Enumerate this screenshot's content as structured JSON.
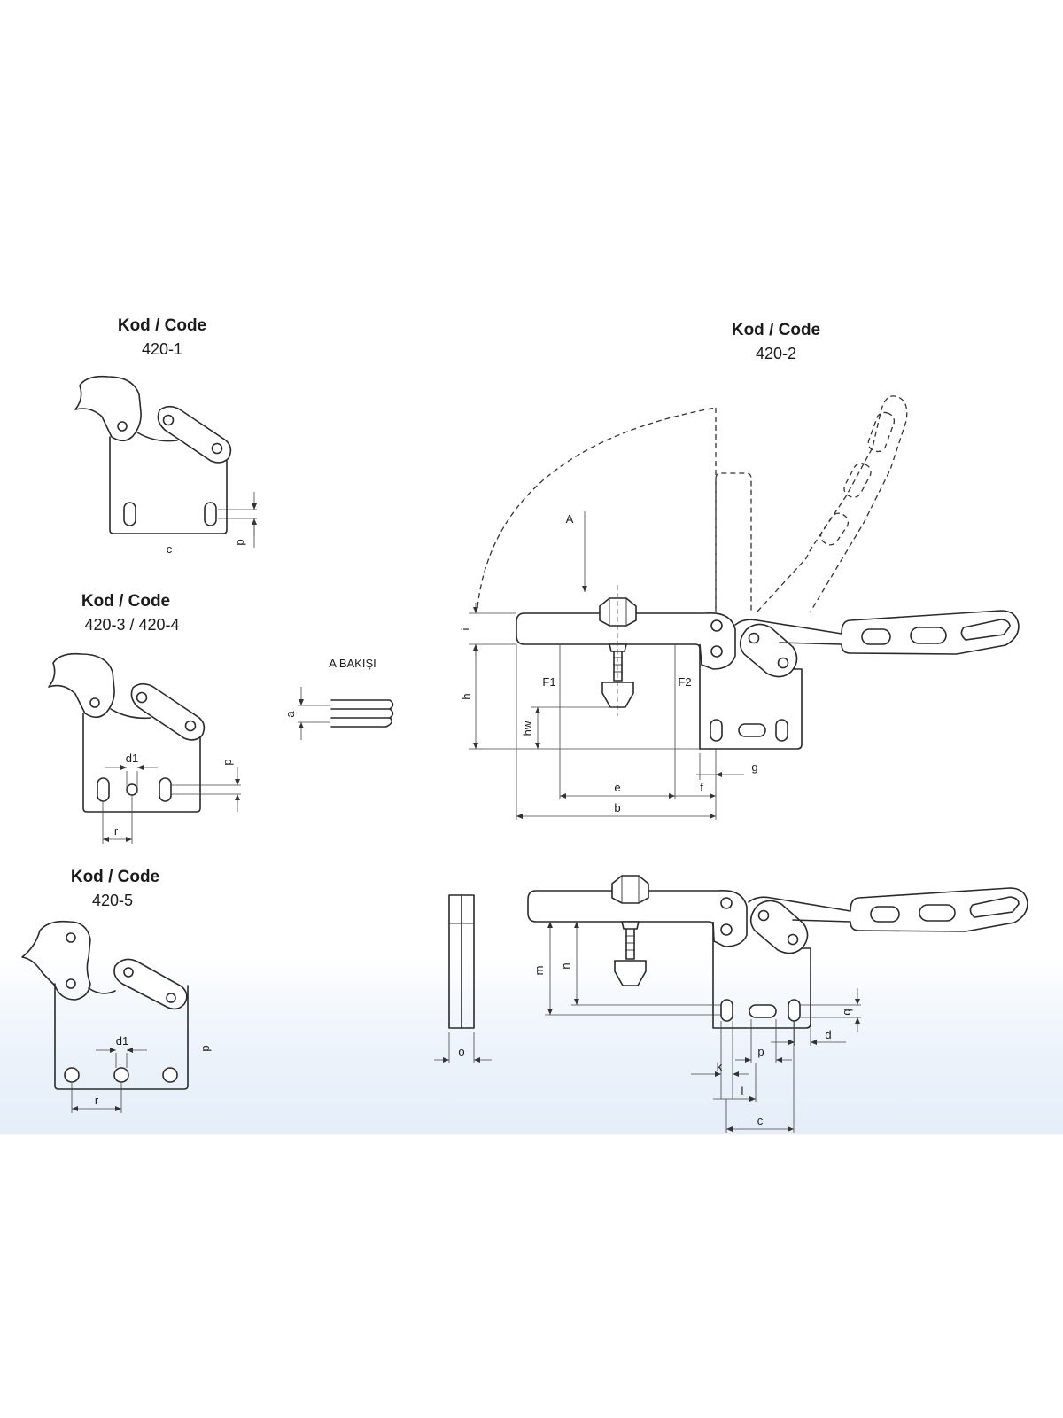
{
  "views": {
    "v1": {
      "title": "Kod / Code",
      "code": "420-1",
      "labels": {
        "c": "c",
        "p": "p"
      }
    },
    "v2": {
      "title": "Kod / Code",
      "code": "420-3 / 420-4",
      "labels": {
        "d1": "d1",
        "p": "p",
        "r": "r"
      }
    },
    "v3": {
      "title": "Kod / Code",
      "code": "420-5",
      "labels": {
        "d1": "d1",
        "p": "p",
        "r": "r"
      }
    },
    "v4": {
      "title": "Kod / Code",
      "code": "420-2"
    }
  },
  "a_view": {
    "title": "A BAKIŞI",
    "label_a": "a"
  },
  "main_labels": {
    "A": "A",
    "i": "i",
    "h": "h",
    "hw": "hw",
    "F1": "F1",
    "F2": "F2",
    "e": "e",
    "f": "f",
    "g": "g",
    "b": "b"
  },
  "lower_labels": {
    "m": "m",
    "n": "n",
    "q": "q",
    "d": "d",
    "p": "p",
    "k": "k",
    "l": "l",
    "c": "c",
    "o": "o"
  }
}
